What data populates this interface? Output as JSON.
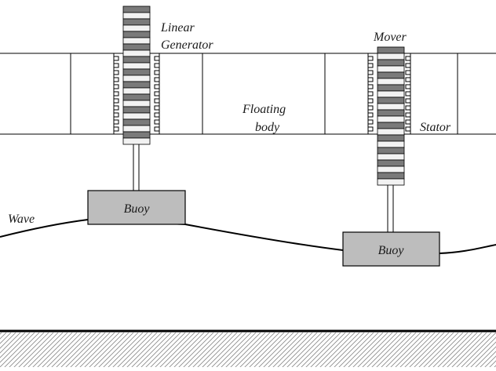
{
  "labels": {
    "linear_generator_line1": "Linear",
    "linear_generator_line2": "Generator",
    "mover": "Mover",
    "floating_body_line1": "Floating",
    "floating_body_line2": "body",
    "stator": "Stator",
    "wave": "Wave",
    "buoy_left": "Buoy",
    "buoy_right": "Buoy"
  },
  "colors": {
    "line": "#000000",
    "buoy_fill": "#bdbdbd",
    "mover_dark": "#7a7a7a",
    "mover_light": "#f2f2f2",
    "hatch": "#888888"
  }
}
